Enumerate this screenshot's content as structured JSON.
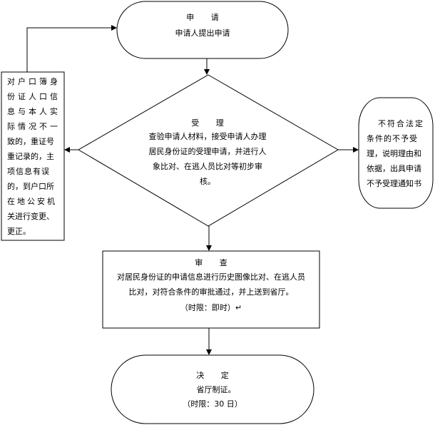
{
  "nodes": {
    "apply": {
      "title": "申  请",
      "body": "申请人提出申请"
    },
    "accept": {
      "title": "受  理",
      "lines": [
        "查验申请人材料，接受申请人办理",
        "居民身份证的受理申请，并进行人",
        "象比对、在逃人员比对等初步审",
        "核。"
      ]
    },
    "left_note": {
      "lines": [
        "对户口簿身",
        "份证人口信",
        "息与本人实",
        "际情况不一",
        "致的，重证号",
        "重记录的，主",
        "项信息有误",
        "的，到户口所",
        "在地公安机",
        "关进行变更、",
        "更正。"
      ]
    },
    "right_note": {
      "lines": [
        "不符合法定",
        "条件的不予受",
        "理，说明理由和",
        "依据，出具申请",
        "不予受理通知书"
      ]
    },
    "review": {
      "title": "审  查",
      "lines": [
        "对居民身份证的申请信息进行历史图像比对、在逃人员",
        "比对，对符合条件的审批通过，并上送到省厅。",
        "（时限：即时）↵"
      ]
    },
    "decide": {
      "title": "决  定",
      "lines": [
        "省厅制证。",
        "（时限：30 日）"
      ]
    }
  }
}
